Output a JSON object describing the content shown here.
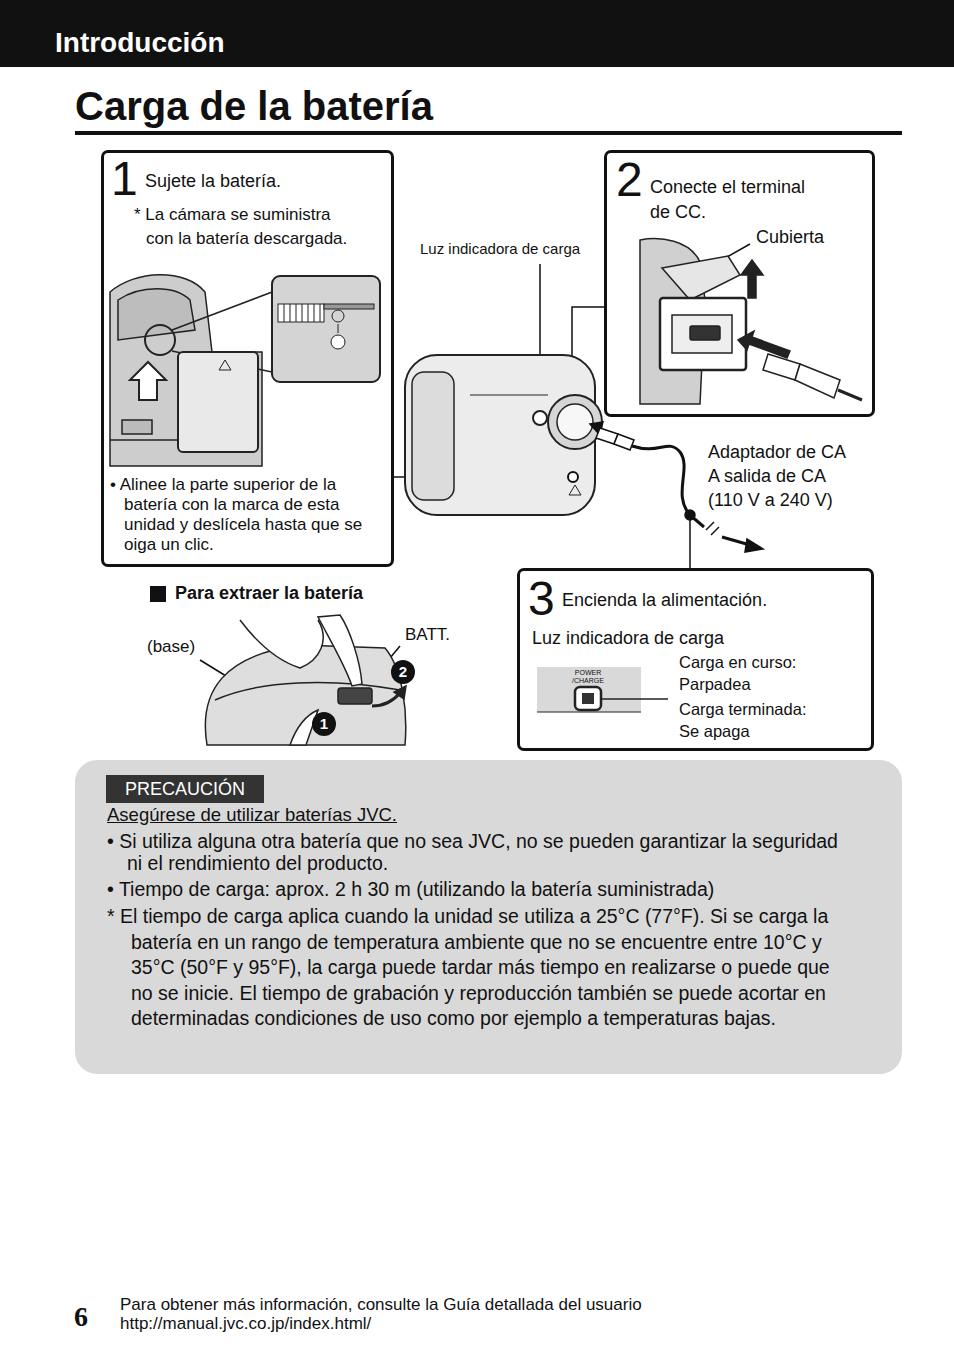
{
  "diagram": {
    "title": "Carga de la batería",
    "nodes": [
      {
        "text": [
          "Introducción"
        ]
      },
      {
        "text": [
          "1",
          "Sujete la batería.",
          "* La cámara se suministra con la batería descargada.",
          "• Alinee la parte superior de la batería con la marca de esta unidad y deslícela hasta que se oiga un clic."
        ]
      },
      {
        "text": [
          "2",
          "Conecte el terminal de CC."
        ]
      },
      {
        "text": [
          "1"
        ]
      },
      {
        "text": [
          "2"
        ]
      },
      {
        "text": [
          "3",
          "Encienda la alimentación.",
          "Luz indicadora de carga",
          "Carga en curso: Parpadea",
          "Carga terminada: Se apaga"
        ]
      },
      {
        "text": [
          "Asegúrese de utilizar baterías JVC.",
          "• Si utiliza alguna otra batería que no sea JVC, no se pueden garantizar la seguridad ni el rendimiento del producto.",
          "• Tiempo de carga: aprox. 2 h 30 m (utilizando la batería suministrada)",
          "* El tiempo de carga aplica cuando la unidad se utiliza a 25°C (77°F). Si se carga la batería en un rango de temperatura ambiente que no se encuentre entre 10°C y 35°C (50°F y 95°F), la carga puede tardar más tiempo en realizarse o puede que no se inicie. El tiempo de grabación y reproducción también se puede acortar en determinadas condiciones de uso como por ejemplo a temperaturas bajas."
        ]
      },
      {
        "text": [
          "PRECAUCIÓN"
        ],
        "in": 6
      }
    ],
    "labels": [
      "Luz indicadora de carga",
      "Adaptador de CA A salida de CA (110 V a 240 V)",
      "Para extraer la batería",
      "(base)",
      "BATT.",
      "POWER /CHARGE",
      "Cubierta",
      "6",
      "Para obtener más información, consulte la Guía detallada del usuario",
      "http://manual.jvc.co.jp/index.html/"
    ]
  }
}
